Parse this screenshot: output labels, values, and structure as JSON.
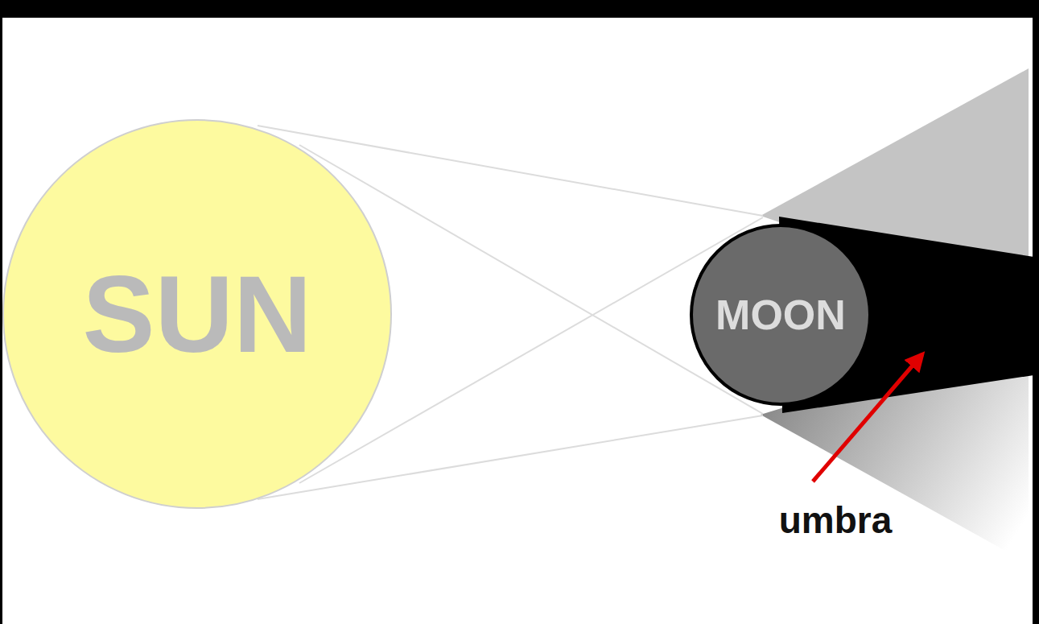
{
  "diagram": {
    "nodes": [
      {
        "text": [
          "SUN"
        ]
      },
      {
        "text": [
          "MOON"
        ]
      }
    ],
    "labels": [
      "umbra"
    ]
  }
}
